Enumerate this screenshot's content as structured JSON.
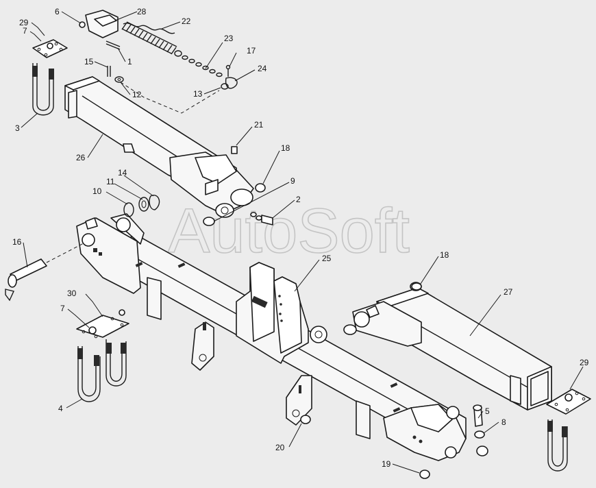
{
  "watermark": "AutoSoft",
  "callouts": {
    "c1": "1",
    "c2": "2",
    "c3": "3",
    "c4": "4",
    "c5": "5",
    "c6": "6",
    "c7a": "7",
    "c7b": "7",
    "c8": "8",
    "c9": "9",
    "c10": "10",
    "c11": "11",
    "c12": "12",
    "c13": "13",
    "c14": "14",
    "c15": "15",
    "c16": "16",
    "c17": "17",
    "c18a": "18",
    "c18b": "18",
    "c19": "19",
    "c20": "20",
    "c21": "21",
    "c22": "22",
    "c23": "23",
    "c24": "24",
    "c25": "25",
    "c26": "26",
    "c27": "27",
    "c28": "28",
    "c29a": "29",
    "c29b": "29",
    "c30": "30"
  }
}
